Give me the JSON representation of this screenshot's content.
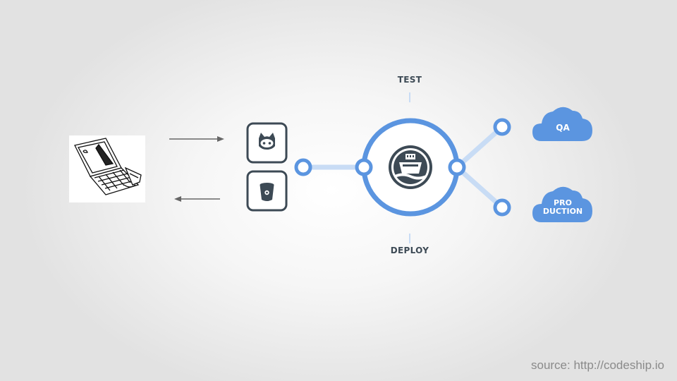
{
  "labels": {
    "test": "TEST",
    "deploy": "DEPLOY"
  },
  "clouds": {
    "qa": "QA",
    "production_line1": "PRO",
    "production_line2": "DUCTION"
  },
  "source": "source: http://codeship.io",
  "icons": {
    "developer": "laptop-sketch-icon",
    "repo_top": "github-octocat-icon",
    "repo_bottom": "bitbucket-icon",
    "ci": "codeship-ship-icon"
  },
  "colors": {
    "accent": "#5b95e0",
    "accent_light": "#c8dcf5",
    "dark": "#3d4a55",
    "cloud": "#5b95e0"
  }
}
